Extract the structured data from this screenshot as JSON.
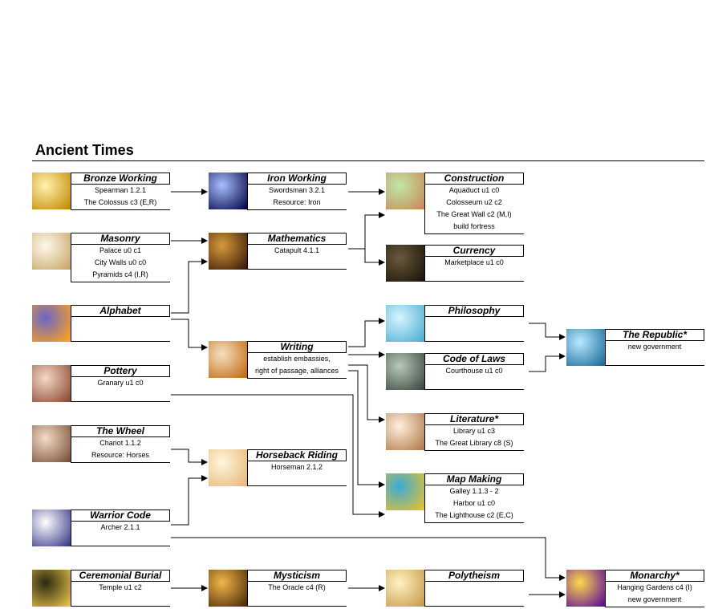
{
  "era": {
    "title": "Ancient Times"
  },
  "techs": [
    {
      "id": "bronze",
      "name": "Bronze Working",
      "lines": [
        "Spearman  1.2.1",
        "The Colossus c3 (E,R)"
      ],
      "colors": [
        "#fff2b0",
        "#c28a00"
      ]
    },
    {
      "id": "masonry",
      "name": "Masonry",
      "lines": [
        "Palace u0 c1",
        "City Walls u0 c0",
        "Pyramids  c4 (I,R)"
      ],
      "colors": [
        "#fff8ea",
        "#c8a76a"
      ]
    },
    {
      "id": "alphabet",
      "name": "Alphabet",
      "lines": [],
      "colors": [
        "#6a66c8",
        "#ffa31a"
      ]
    },
    {
      "id": "pottery",
      "name": "Pottery",
      "lines": [
        "Granary u1 c0"
      ],
      "colors": [
        "#f5d8c6",
        "#8a4a34"
      ]
    },
    {
      "id": "wheel",
      "name": "The Wheel",
      "lines": [
        "Chariot  1.1.2",
        "Resource: Horses"
      ],
      "colors": [
        "#f4dcc8",
        "#7a5038"
      ]
    },
    {
      "id": "warrior",
      "name": "Warrior Code",
      "lines": [
        "Archer  2.1.1"
      ],
      "colors": [
        "#ffffff",
        "#3a3a8a"
      ]
    },
    {
      "id": "ceremonial",
      "name": "Ceremonial Burial",
      "lines": [
        "Temple  u1 c2"
      ],
      "colors": [
        "#2a2a10",
        "#e8c24a"
      ]
    },
    {
      "id": "iron",
      "name": "Iron Working",
      "lines": [
        "Swordsman  3.2.1",
        "Resource: Iron"
      ],
      "colors": [
        "#a8bfff",
        "#05054a"
      ]
    },
    {
      "id": "mathematics",
      "name": "Mathematics",
      "lines": [
        "Catapult  4.1.1"
      ],
      "colors": [
        "#d89a3a",
        "#3a1a08"
      ]
    },
    {
      "id": "writing",
      "name": "Writing",
      "lines": [
        "establish embassies,",
        "right of passage, alliances"
      ],
      "colors": [
        "#f6e0c2",
        "#c06a10"
      ]
    },
    {
      "id": "horseback",
      "name": "Horseback Riding",
      "lines": [
        "Horseman  2.1.2"
      ],
      "colors": [
        "#fff6dd",
        "#e6b87a"
      ]
    },
    {
      "id": "mysticism",
      "name": "Mysticism",
      "lines": [
        "The Oracle  c4 (R)"
      ],
      "colors": [
        "#f2b64a",
        "#4a2a08"
      ]
    },
    {
      "id": "construction",
      "name": "Construction",
      "lines": [
        "Aquaduct  u1 c0",
        "Colosseum  u2 c2",
        "The Great Wall  c2 (M,I)",
        "build fortress"
      ],
      "colors": [
        "#bfe8a6",
        "#c88a5a"
      ]
    },
    {
      "id": "currency",
      "name": "Currency",
      "lines": [
        "Marketplace  u1 c0"
      ],
      "colors": [
        "#6a5a3a",
        "#1a140a"
      ]
    },
    {
      "id": "philosophy",
      "name": "Philosophy",
      "lines": [],
      "colors": [
        "#d8f4ff",
        "#4aaed2"
      ]
    },
    {
      "id": "codeoflaws",
      "name": "Code of Laws",
      "lines": [
        "Courthouse  u1 c0"
      ],
      "colors": [
        "#b8c8b8",
        "#3a4a42"
      ]
    },
    {
      "id": "literature",
      "name": "Literature*",
      "lines": [
        "Library  u1 c3",
        "The Great Library  c8 (S)"
      ],
      "colors": [
        "#fff0dc",
        "#b07a4a"
      ]
    },
    {
      "id": "mapmaking",
      "name": "Map Making",
      "lines": [
        "Galley  1.1.3 - 2",
        "Harbor  u1 c0",
        "The Lighthouse  c2 (E,C)"
      ],
      "colors": [
        "#3aaad8",
        "#e8c22a"
      ]
    },
    {
      "id": "polytheism",
      "name": "Polytheism",
      "lines": [],
      "colors": [
        "#fff2c2",
        "#c89a4a"
      ]
    },
    {
      "id": "republic",
      "name": "The Republic*",
      "lines": [
        "new government"
      ],
      "colors": [
        "#b8eaff",
        "#1a6a9a"
      ]
    },
    {
      "id": "monarchy",
      "name": "Monarchy*",
      "lines": [
        "Hanging Gardens  c4 (I)",
        "new government"
      ],
      "colors": [
        "#ffd84a",
        "#5a0a9a"
      ]
    }
  ]
}
